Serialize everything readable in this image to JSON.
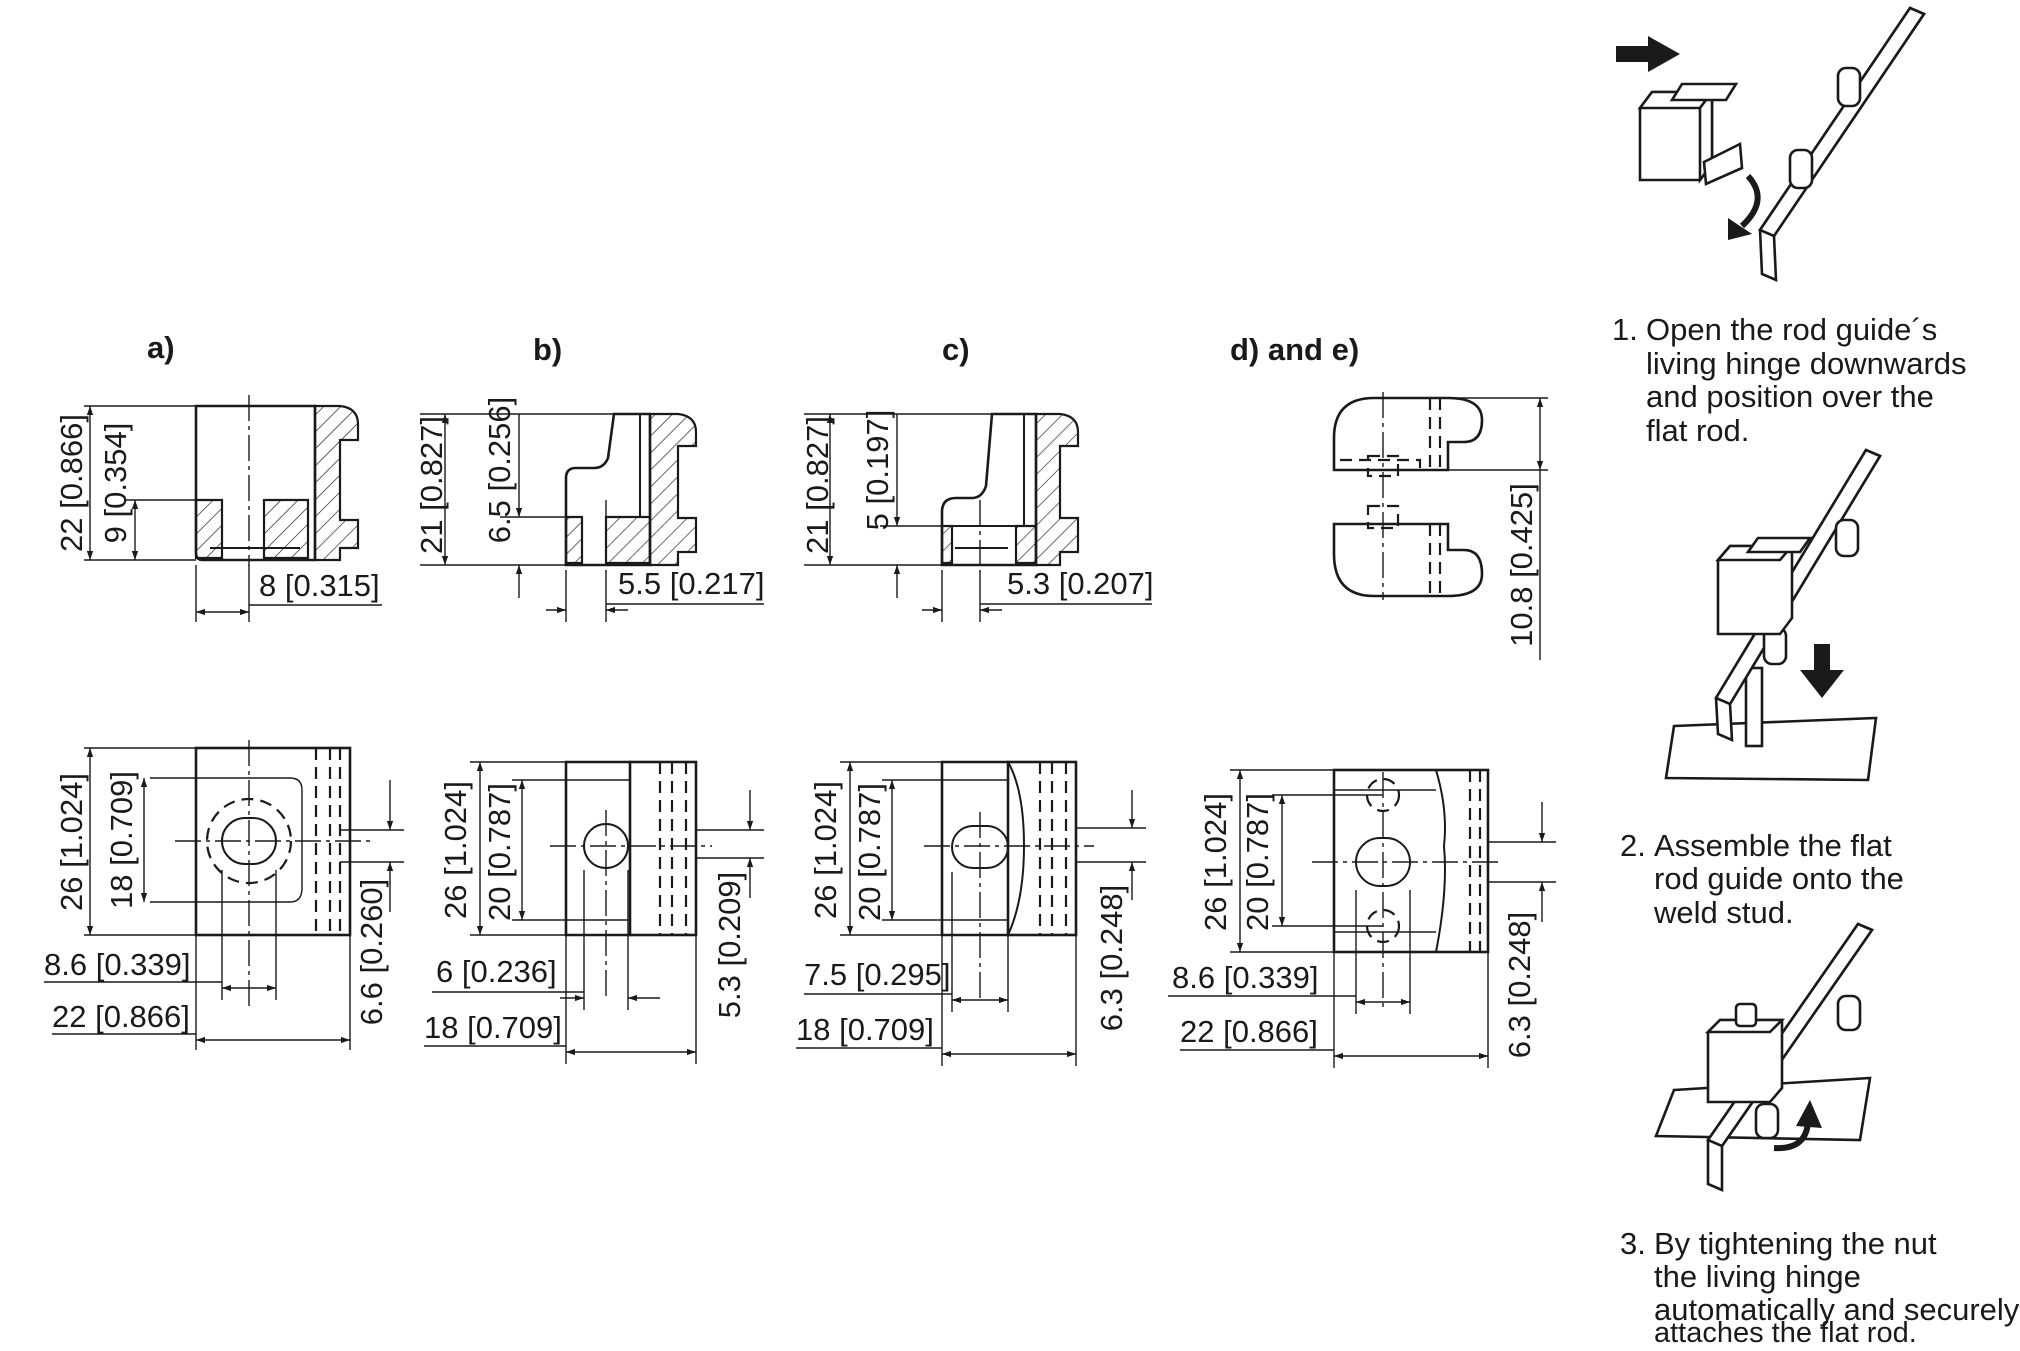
{
  "views": {
    "a": {
      "heading": "a)",
      "dims": {
        "height_total": "22 [0.866]",
        "height_inner": "9 [0.354]",
        "slot_width": "8 [0.315]",
        "plan_height": "26 [1.024]",
        "plan_inner": "18 [0.709]",
        "plan_offset": "6.6 [0.260]",
        "hole_width": "8.6 [0.339]",
        "plan_width": "22 [0.866]"
      }
    },
    "b": {
      "heading": "b)",
      "dims": {
        "height_total": "21 [0.827]",
        "height_inner": "6.5 [0.256]",
        "slot_width": "5.5 [0.217]",
        "plan_height": "26 [1.024]",
        "plan_inner": "20 [0.787]",
        "plan_offset": "5.3 [0.209]",
        "hole_width": "6 [0.236]",
        "plan_width": "18 [0.709]"
      }
    },
    "c": {
      "heading": "c)",
      "dims": {
        "height_total": "21 [0.827]",
        "height_inner": "5 [0.197]",
        "slot_width": "5.3 [0.207]",
        "plan_height": "26 [1.024]",
        "plan_inner": "20 [0.787]",
        "plan_offset": "6.3 [0.248]",
        "hole_width": "7.5 [0.295]",
        "plan_width": "18 [0.709]"
      }
    },
    "de": {
      "heading": "d) and e)",
      "dims": {
        "height_total": "10.8 [0.425]",
        "plan_height": "26 [1.024]",
        "plan_inner": "20 [0.787]",
        "plan_offset": "6.3 [0.248]",
        "hole_width": "8.6 [0.339]",
        "plan_width": "22 [0.866]"
      }
    }
  },
  "steps": [
    {
      "number": "1.",
      "lines": [
        "Open the rod guide´s",
        "living hinge downwards",
        "and position over the",
        "flat rod."
      ]
    },
    {
      "number": "2.",
      "lines": [
        "Assemble the flat",
        "rod guide onto the",
        "weld stud."
      ]
    },
    {
      "number": "3.",
      "lines": [
        "By tightening the nut",
        "the living hinge",
        "automatically and securely",
        "attaches the flat rod."
      ]
    }
  ],
  "icons": {
    "push_arrow": "right-arrow-icon",
    "swing_arrow": "curved-arrow-icon",
    "down_arrow": "down-arrow-icon",
    "tighten_arrow": "rotate-arrow-icon"
  }
}
